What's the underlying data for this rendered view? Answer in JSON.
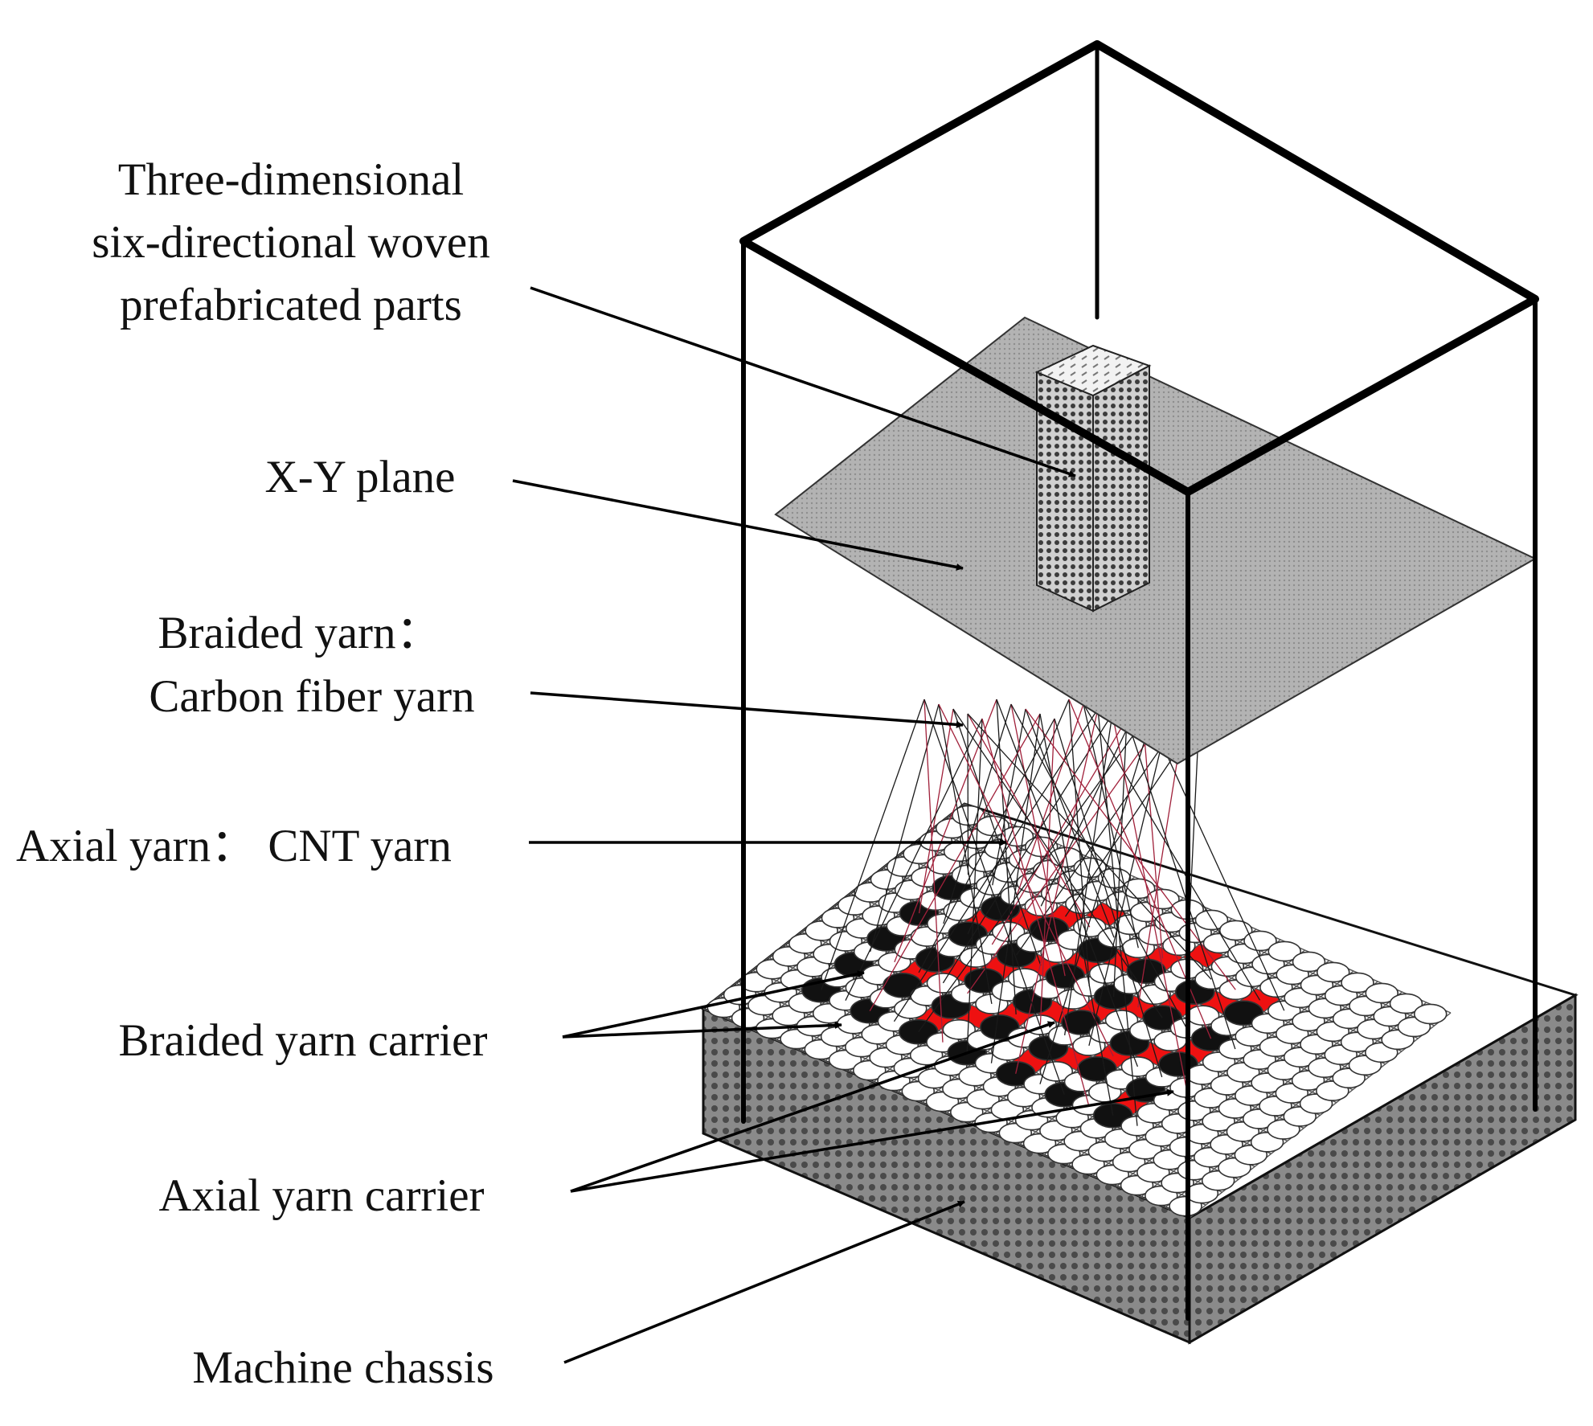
{
  "labels": {
    "preform": [
      "Three-dimensional",
      "six-directional woven",
      "prefabricated parts"
    ],
    "plane": "X-Y plane",
    "braided_yarn": [
      "Braided yarn：",
      "Carbon fiber yarn"
    ],
    "axial_yarn": "Axial yarn： CNT yarn",
    "braided_carrier": "Braided yarn carrier",
    "axial_carrier": "Axial yarn carrier",
    "chassis": "Machine chassis"
  },
  "colors": {
    "frame": "#000000",
    "axial_carrier": "#ee1111",
    "braided_carrier_active": "#111111",
    "plane": "#a9a9a9",
    "chassis": "#6f6f6f"
  }
}
